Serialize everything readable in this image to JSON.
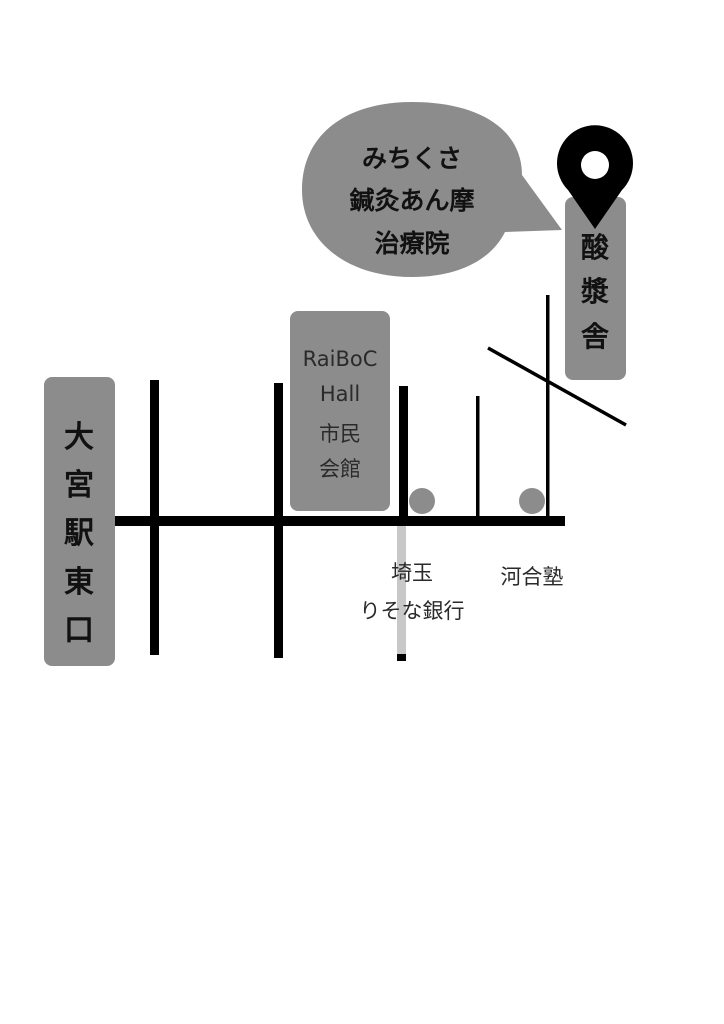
{
  "colors": {
    "box": "#8c8c8c",
    "road": "#000000",
    "faded_road": "#c8c8c8",
    "background": "#ffffff"
  },
  "station": {
    "chars": [
      "大",
      "宮",
      "駅",
      "東",
      "口"
    ]
  },
  "hall": {
    "lines": [
      "RaiBoC",
      "Hall",
      "市民",
      "会館"
    ]
  },
  "callout": {
    "lines": [
      "みちくさ",
      "鍼灸あん摩",
      "治療院"
    ]
  },
  "destination": {
    "chars": [
      "酸",
      "漿",
      "舎"
    ],
    "icon": "map-pin-icon"
  },
  "landmarks": {
    "bank": {
      "lines": [
        "埼玉",
        "りそな銀行"
      ]
    },
    "school": {
      "label": "河合塾"
    }
  }
}
